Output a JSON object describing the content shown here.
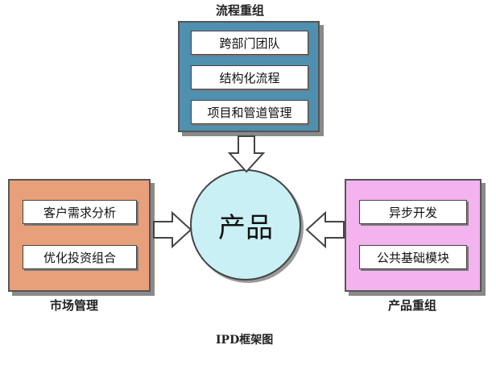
{
  "top_group": {
    "title": "流程重组",
    "items": [
      "跨部门团队",
      "结构化流程",
      "项目和管道管理"
    ]
  },
  "left_group": {
    "title": "市场管理",
    "items": [
      "客户需求分析",
      "优化投资组合"
    ]
  },
  "right_group": {
    "title": "产品重组",
    "items": [
      "异步开发",
      "公共基础模块"
    ]
  },
  "center": {
    "label": "产品"
  },
  "caption": "IPD框架图",
  "colors": {
    "top_panel": "#4f8fb0",
    "left_panel": "#e8a07a",
    "right_panel": "#f3b3ee",
    "center_circle": "#c9f0f4"
  }
}
